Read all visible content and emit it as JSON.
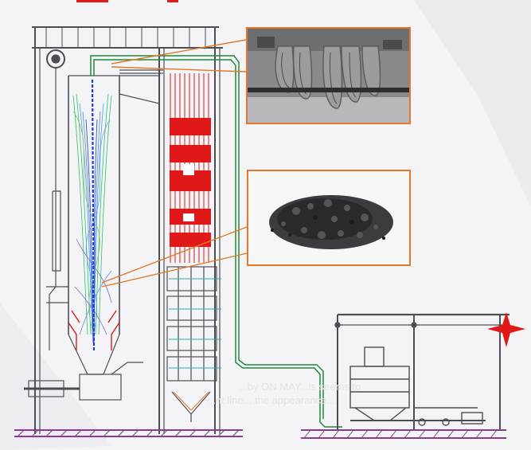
{
  "overlay_text": {
    "line1": "...by ON MAY...ls seems to",
    "line2": "...nt line... the appearance..."
  },
  "colors": {
    "structure": "#4a4f57",
    "pipe": "#1f8a3c",
    "callout": "#e07a2a",
    "furnace_red": "#e01818",
    "flame_blue": "#1a3fd6",
    "flame_green": "#2fbf6a",
    "foundation": "#8a3c8a",
    "star": "#e01818"
  },
  "images": {
    "top": "slag-tube-deposits-photo",
    "middle": "ash-clinker-pile-photo"
  }
}
